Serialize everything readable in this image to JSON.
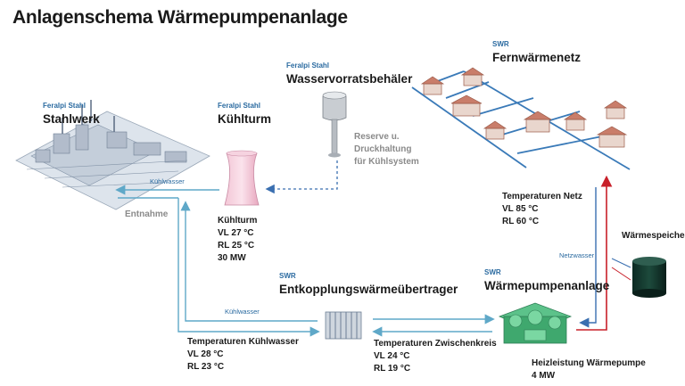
{
  "title": "Anlagenschema Wärmepumpenanlage",
  "stahlwerk": {
    "owner": "Feralpi Stahl",
    "name": "Stahlwerk"
  },
  "kuehlturm": {
    "owner": "Feralpi Stahl",
    "name": "Kühlturm",
    "info": [
      "Kühlturm",
      "VL 27 °C",
      "RL 25 °C",
      "30 MW"
    ]
  },
  "behaelter": {
    "owner": "Feralpi Stahl",
    "name": "Wasservorratsbehäler",
    "note": [
      "Reserve u.",
      "Druckhaltung",
      "für Kühlsystem"
    ]
  },
  "fernwaerme": {
    "owner": "SWR",
    "name": "Fernwärmenetz",
    "info": [
      "Temperaturen Netz",
      "VL 85 °C",
      "RL 60 °C"
    ]
  },
  "speicher": {
    "name": "Wärmespeicher"
  },
  "waermepumpe": {
    "owner": "SWR",
    "name": "Wärmepumpenanlage",
    "info": [
      "Heizleistung Wärmepumpe",
      "4 MW"
    ]
  },
  "entkopplung": {
    "owner": "SWR",
    "name": "Entkopplungswärmeübertrager"
  },
  "kuehlwasser_temp": [
    "Temperaturen Kühlwasser",
    "VL 28 °C",
    "RL 23 °C"
  ],
  "zwischenkreis_temp": [
    "Temperaturen Zwischenkreis",
    "VL 24 °C",
    "RL 19 °C"
  ],
  "flows": {
    "kuehlwasser_top": "Kühlwasser",
    "entnahme": "Entnahme",
    "kuehlwasser_bottom": "Kühlwasser",
    "netzwasser": "Netzwasser"
  },
  "colors": {
    "cooling": "#5fa8c8",
    "hot": "#c8202a",
    "return": "#3a6fb0",
    "dashed": "#3a6fb0"
  }
}
